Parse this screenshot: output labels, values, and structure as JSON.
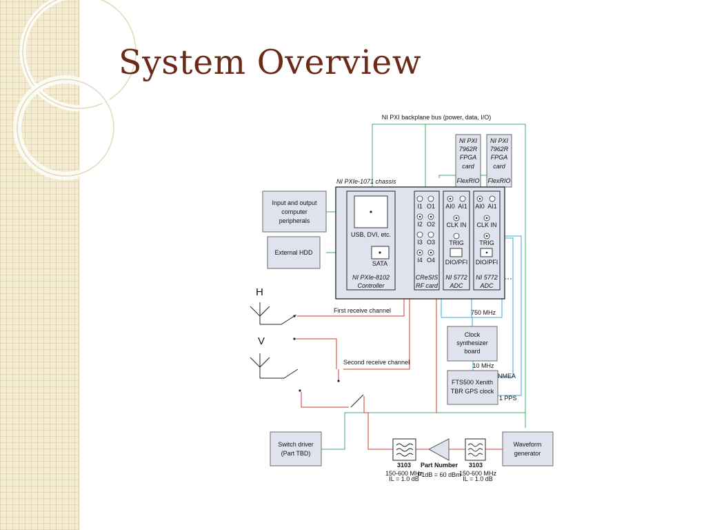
{
  "slide": {
    "title": "System Overview"
  },
  "diagram": {
    "backplane_bus": "NI PXI backplane bus (power, data, I/O)",
    "chassis": "NI PXIe-1071 chassis",
    "fpga_cards": [
      {
        "lines": [
          "NI PXI",
          "7962R",
          "FPGA",
          "card"
        ],
        "flexrio": "FlexRIO"
      },
      {
        "lines": [
          "NI PXI",
          "7962R",
          "FPGA",
          "card"
        ],
        "flexrio": "FlexRIO"
      }
    ],
    "controller": {
      "ports_label": "USB, DVI, etc.",
      "sata": "SATA",
      "name": [
        "NI PXIe-8102",
        "Controller"
      ]
    },
    "rf_card": {
      "inputs": [
        "I1",
        "I2",
        "I3",
        "I4"
      ],
      "outputs": [
        "O1",
        "O2",
        "O3",
        "O4"
      ],
      "name": [
        "CReSIS",
        "RF card"
      ]
    },
    "adcs": [
      {
        "ai0": "AI0",
        "ai1": "AI1",
        "clk": "CLK IN",
        "trig": "TRIG",
        "dio": "DIO/PFI",
        "name": [
          "NI 5772",
          "ADC"
        ]
      },
      {
        "ai0": "AI0",
        "ai1": "AI1",
        "clk": "CLK IN",
        "trig": "TRIG",
        "dio": "DIO/PFI",
        "name": [
          "NI 5772",
          "ADC"
        ]
      }
    ],
    "io_peripherals": [
      "Input and output",
      "computer",
      "peripherals"
    ],
    "external_hdd": "External HDD",
    "antenna_h": "H",
    "antenna_v": "V",
    "first_channel": "First receive channel",
    "second_channel": "Second receive channel",
    "freq_750": "750 MHz",
    "clock_synth": [
      "Clock",
      "synthesizer",
      "board"
    ],
    "freq_10": "10 MHz",
    "nmea": "NMEA",
    "gps_clock": [
      "FTS500 Xenith",
      "TBR GPS clock"
    ],
    "pps": "1 PPS",
    "switch_driver": [
      "Switch driver",
      "(Part TBD)"
    ],
    "filter_left": {
      "part": "3103",
      "spec": [
        "150-600 MHz",
        "IL = 1.0 dB"
      ]
    },
    "amplifier": {
      "part": "Part Number",
      "spec": "P1dB = 60 dBm"
    },
    "filter_right": {
      "part": "3103",
      "spec": [
        "150-600 MHz",
        "IL = 1.0 dB"
      ]
    },
    "waveform_gen": [
      "Waveform",
      "generator"
    ]
  }
}
